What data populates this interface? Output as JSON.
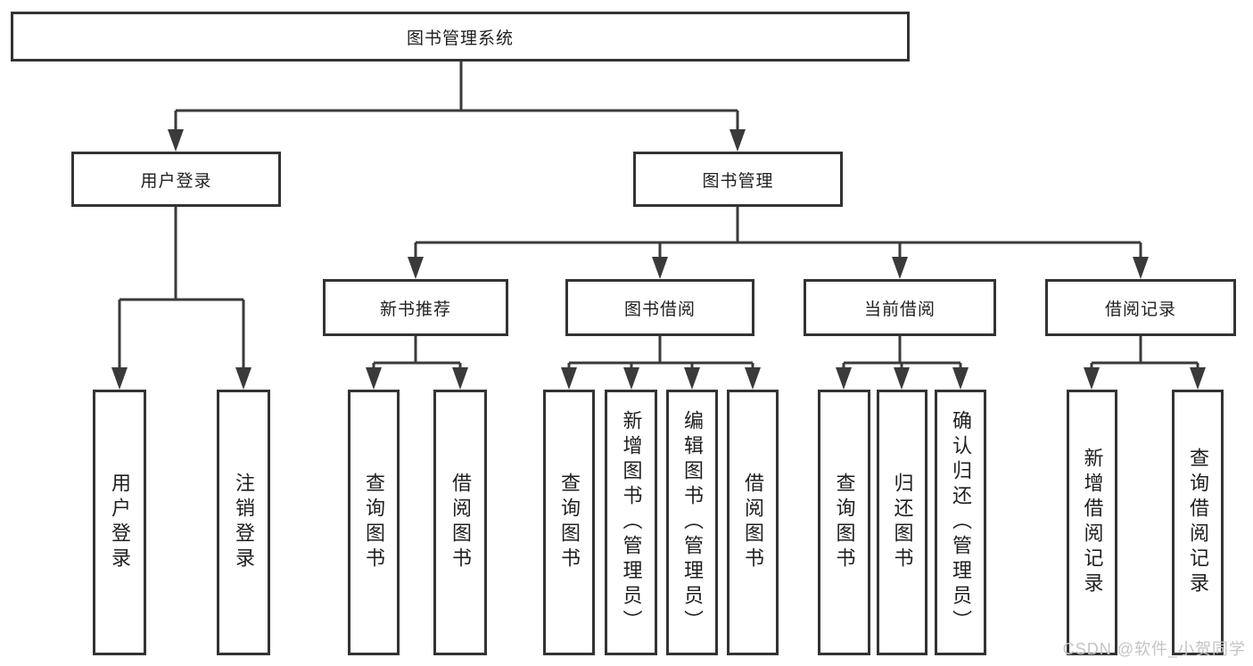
{
  "tree": {
    "root": {
      "label": "图书管理系统"
    },
    "level2": [
      {
        "label": "用户登录"
      },
      {
        "label": "图书管理"
      }
    ],
    "level3": [
      {
        "label": "新书推荐"
      },
      {
        "label": "图书借阅"
      },
      {
        "label": "当前借阅"
      },
      {
        "label": "借阅记录"
      }
    ],
    "leaves": {
      "user_login": [
        {
          "label": "用户登录"
        },
        {
          "label": "注销登录"
        }
      ],
      "new_book": [
        {
          "label": "查询图书"
        },
        {
          "label": "借阅图书"
        }
      ],
      "book_borrow": [
        {
          "label": "查询图书"
        },
        {
          "label": "新增图书（管理员）"
        },
        {
          "label": "编辑图书（管理员）"
        },
        {
          "label": "借阅图书"
        }
      ],
      "current_borrow": [
        {
          "label": "查询图书"
        },
        {
          "label": "归还图书"
        },
        {
          "label": "确认归还（管理员）"
        }
      ],
      "borrow_record": [
        {
          "label": "新增借阅记录"
        },
        {
          "label": "查询借阅记录"
        }
      ]
    }
  },
  "watermark": {
    "text": "CSDN @软件_小贺同学"
  },
  "colors": {
    "line": "#3a3a3a",
    "box_border": "#333333",
    "text": "#1f1f1f",
    "watermark": "#c4c4c4",
    "background": "#ffffff"
  }
}
